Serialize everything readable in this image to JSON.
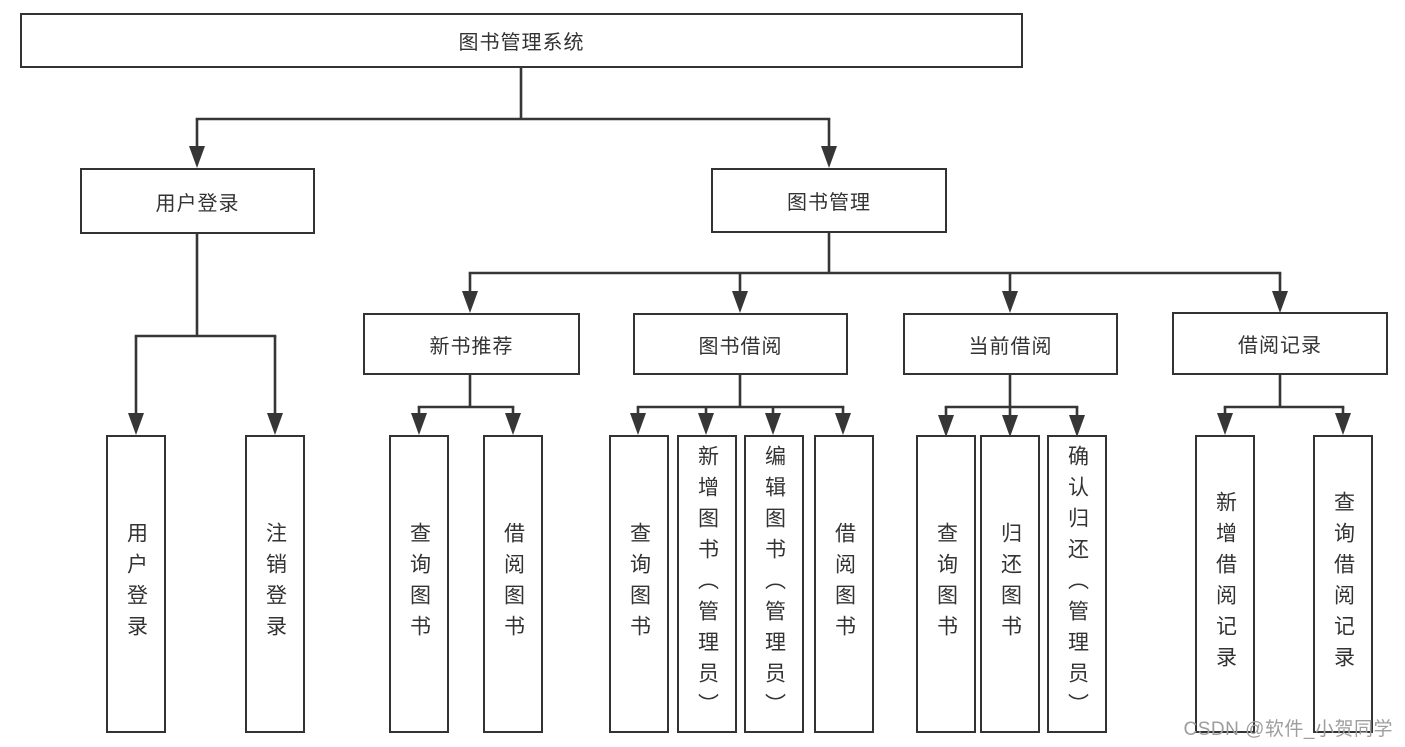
{
  "diagram": {
    "root": {
      "label": "图书管理系统"
    },
    "level1": [
      {
        "label": "用户登录"
      },
      {
        "label": "图书管理"
      }
    ],
    "level2": [
      {
        "label": "新书推荐"
      },
      {
        "label": "图书借阅"
      },
      {
        "label": "当前借阅"
      },
      {
        "label": "借阅记录"
      }
    ],
    "leaves": [
      {
        "label": "用户登录"
      },
      {
        "label": "注销登录"
      },
      {
        "label": "查询图书"
      },
      {
        "label": "借阅图书"
      },
      {
        "label": "查询图书"
      },
      {
        "label": "新增图书（管理员）"
      },
      {
        "label": "编辑图书（管理员）"
      },
      {
        "label": "借阅图书"
      },
      {
        "label": "查询图书"
      },
      {
        "label": "归还图书"
      },
      {
        "label": "确认归还（管理员）"
      },
      {
        "label": "新增借阅记录"
      },
      {
        "label": "查询借阅记录"
      }
    ],
    "watermark": "CSDN @软件_小贺同学",
    "colors": {
      "line": "#363636",
      "text": "#333333",
      "watermark": "#9e9e9e",
      "background": "#ffffff"
    }
  }
}
